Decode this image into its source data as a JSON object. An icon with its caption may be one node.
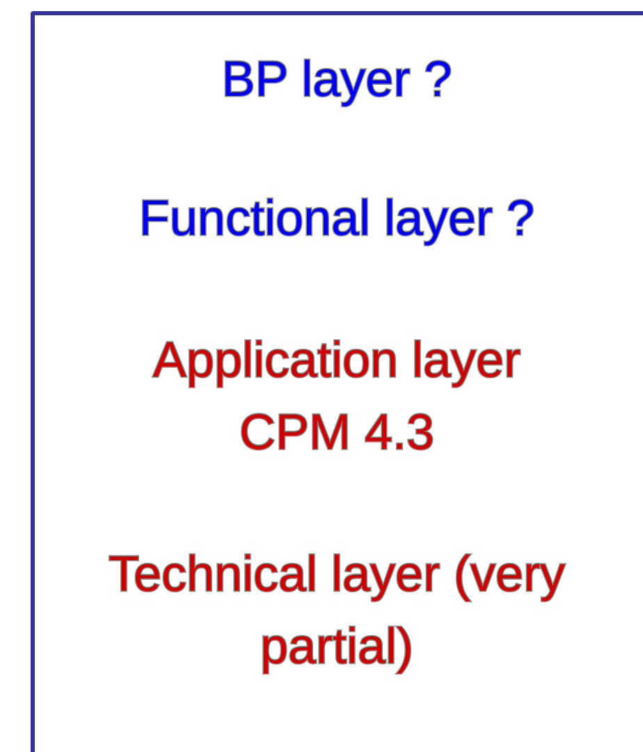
{
  "diagram": {
    "nodes": [
      {
        "text": [
          "BP layer ?",
          "Functional layer ?",
          "Application layer CPM 4.3",
          "Technical layer (very partial)"
        ]
      }
    ]
  }
}
